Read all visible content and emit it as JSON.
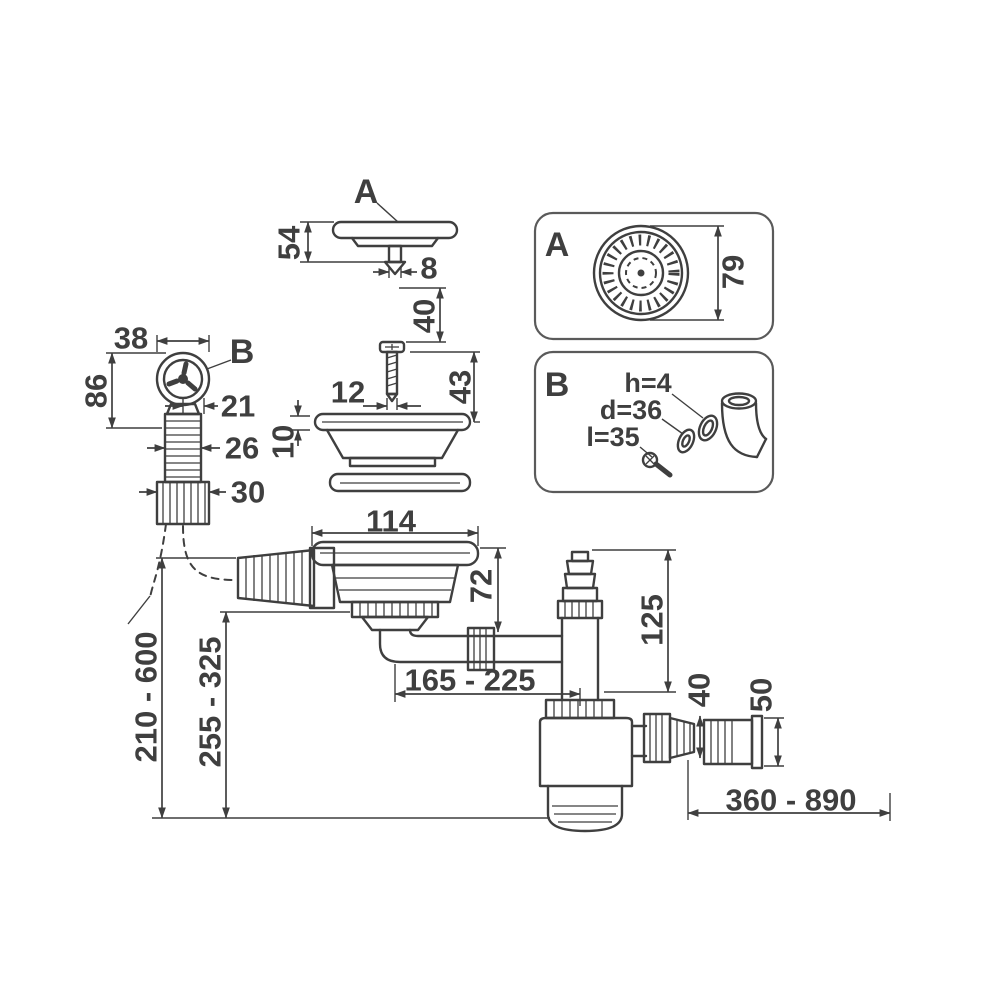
{
  "title": "Sink drain and siphon assembly technical drawing",
  "colors": {
    "line": "#3f3f3f",
    "detail_box": "#5a5a5a",
    "background": "#ffffff"
  },
  "callouts": {
    "plug": "A",
    "overflow": "B"
  },
  "dims": {
    "plug_height": "54",
    "pin_diameter": "8",
    "screw_length": "40",
    "screw_diameter": "12",
    "strainer_height": "43",
    "gasket_thickness": "10",
    "overflow_width": "38",
    "overflow_height": "86",
    "overflow_offset": "21",
    "overflow_hose_diameter": "26",
    "overflow_connector_diameter": "30",
    "flange_diameter": "114",
    "outlet_drop": "72",
    "inlet_height": "125",
    "pipe_span": "165 - 225",
    "outlet_adapter_diameter": "40",
    "outlet_pipe_diameter": "50",
    "overflow_hose_range": "210 - 600",
    "trap_height_range": "255 - 325",
    "outlet_reach": "360 - 890"
  },
  "detail_a": {
    "label": "A",
    "diameter": "79"
  },
  "detail_b": {
    "label": "B",
    "washer_height": "h=4",
    "washer_diameter": "d=36",
    "screw_length": "l=35"
  }
}
